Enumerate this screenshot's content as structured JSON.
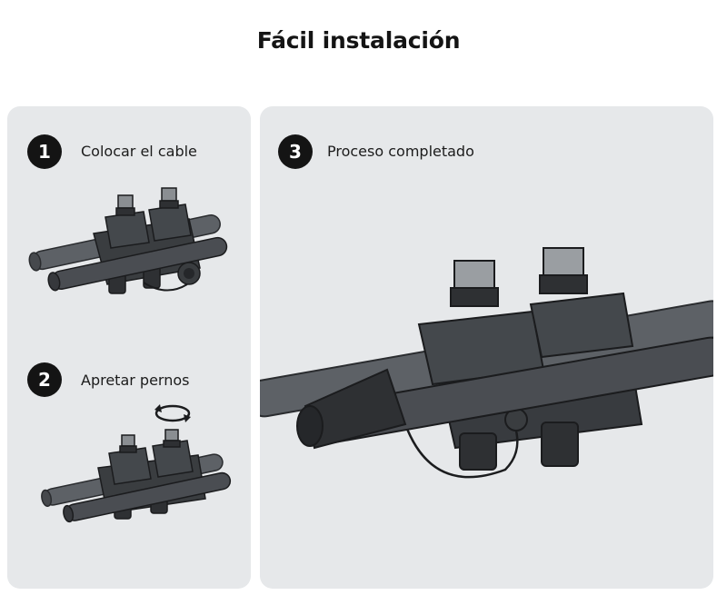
{
  "title": "Fácil instalación",
  "steps": [
    {
      "number": "1",
      "label": "Colocar el cable"
    },
    {
      "number": "2",
      "label": "Apretar pernos"
    },
    {
      "number": "3",
      "label": "Proceso completado"
    }
  ],
  "colors": {
    "panel_background": "#e6e8ea",
    "badge_background": "#141414",
    "badge_text": "#ffffff",
    "title_text": "#141414"
  }
}
